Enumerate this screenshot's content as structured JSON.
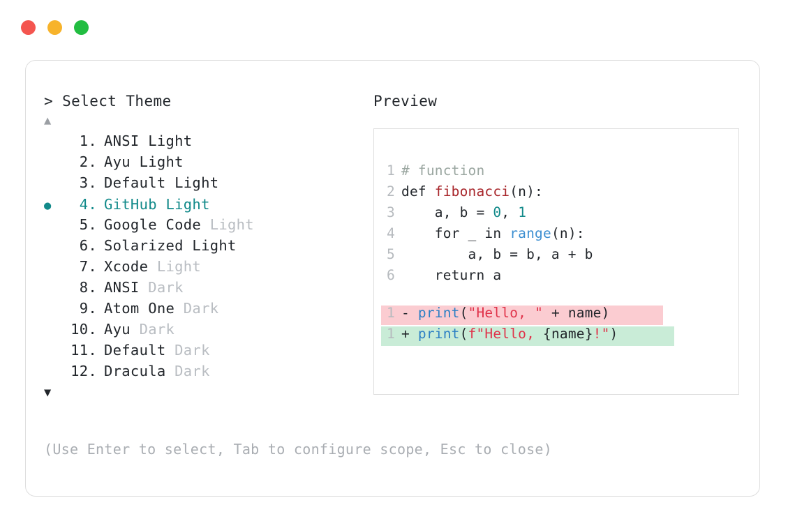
{
  "window": {
    "traffic_lights": [
      {
        "name": "close",
        "color": "#f4554f"
      },
      {
        "name": "minimize",
        "color": "#f7b32b"
      },
      {
        "name": "maximize",
        "color": "#22bd41"
      }
    ]
  },
  "selector": {
    "prompt": "> Select Theme",
    "scroll_up_indicator": "▲",
    "scroll_down_indicator": "▼",
    "selected_bullet": "●",
    "selected_index": 4,
    "items": [
      {
        "index": "1.",
        "name": "ANSI ",
        "variant": "Light",
        "variant_dim": false,
        "selected": false,
        "bullet": ""
      },
      {
        "index": "2.",
        "name": "Ayu ",
        "variant": "Light",
        "variant_dim": false,
        "selected": false,
        "bullet": ""
      },
      {
        "index": "3.",
        "name": "Default ",
        "variant": "Light",
        "variant_dim": false,
        "selected": false,
        "bullet": ""
      },
      {
        "index": "4.",
        "name": "GitHub ",
        "variant": "Light",
        "variant_dim": false,
        "selected": true,
        "bullet": "●"
      },
      {
        "index": "5.",
        "name": "Google Code ",
        "variant": "Light",
        "variant_dim": true,
        "selected": false,
        "bullet": ""
      },
      {
        "index": "6.",
        "name": "Solarized ",
        "variant": "Light",
        "variant_dim": false,
        "selected": false,
        "bullet": ""
      },
      {
        "index": "7.",
        "name": "Xcode ",
        "variant": "Light",
        "variant_dim": true,
        "selected": false,
        "bullet": ""
      },
      {
        "index": "8.",
        "name": "ANSI ",
        "variant": "Dark",
        "variant_dim": true,
        "selected": false,
        "bullet": ""
      },
      {
        "index": "9.",
        "name": "Atom One ",
        "variant": "Dark",
        "variant_dim": true,
        "selected": false,
        "bullet": ""
      },
      {
        "index": "10.",
        "name": "Ayu ",
        "variant": "Dark",
        "variant_dim": true,
        "selected": false,
        "bullet": ""
      },
      {
        "index": "11.",
        "name": "Default ",
        "variant": "Dark",
        "variant_dim": true,
        "selected": false,
        "bullet": ""
      },
      {
        "index": "12.",
        "name": "Dracula ",
        "variant": "Dark",
        "variant_dim": true,
        "selected": false,
        "bullet": ""
      }
    ]
  },
  "hint": "(Use Enter to select, Tab to configure scope, Esc to close)",
  "preview": {
    "title": "Preview",
    "code_lines": [
      {
        "ln": "1",
        "tokens": [
          {
            "t": "# function",
            "c": "comment"
          }
        ]
      },
      {
        "ln": "2",
        "tokens": [
          {
            "t": "def ",
            "c": "plain"
          },
          {
            "t": "fibonacci",
            "c": "fn"
          },
          {
            "t": "(n):",
            "c": "plain"
          }
        ]
      },
      {
        "ln": "3",
        "tokens": [
          {
            "t": "    a, b = ",
            "c": "plain"
          },
          {
            "t": "0",
            "c": "num"
          },
          {
            "t": ", ",
            "c": "plain"
          },
          {
            "t": "1",
            "c": "num"
          }
        ]
      },
      {
        "ln": "4",
        "tokens": [
          {
            "t": "    for _ in ",
            "c": "plain"
          },
          {
            "t": "range",
            "c": "builtin"
          },
          {
            "t": "(n):",
            "c": "plain"
          }
        ]
      },
      {
        "ln": "5",
        "tokens": [
          {
            "t": "        a, b = b, a + b",
            "c": "plain"
          }
        ]
      },
      {
        "ln": "6",
        "tokens": [
          {
            "t": "    return a",
            "c": "plain"
          }
        ]
      }
    ],
    "diff_lines": [
      {
        "ln": "1",
        "kind": "del",
        "marker": "- ",
        "tokens": [
          {
            "t": "- ",
            "c": "plain"
          },
          {
            "t": "print",
            "c": "call"
          },
          {
            "t": "(",
            "c": "plain"
          },
          {
            "t": "\"Hello, \"",
            "c": "str"
          },
          {
            "t": " + name)",
            "c": "plain"
          }
        ]
      },
      {
        "ln": "1",
        "kind": "add",
        "marker": "+ ",
        "tokens": [
          {
            "t": "+ ",
            "c": "plain"
          },
          {
            "t": "print",
            "c": "call"
          },
          {
            "t": "(",
            "c": "plain"
          },
          {
            "t": "f\"Hello, ",
            "c": "str"
          },
          {
            "t": "{name}",
            "c": "plain"
          },
          {
            "t": "!\"",
            "c": "str"
          },
          {
            "t": ")",
            "c": "plain"
          }
        ]
      }
    ],
    "colors": {
      "diff_del_background": "#fbccd1",
      "diff_add_background": "#c9ecd7",
      "accent_teal": "#128a8a",
      "string_red": "#e0334a",
      "function_red": "#a8262b",
      "builtin_blue": "#3d8fd1"
    }
  }
}
